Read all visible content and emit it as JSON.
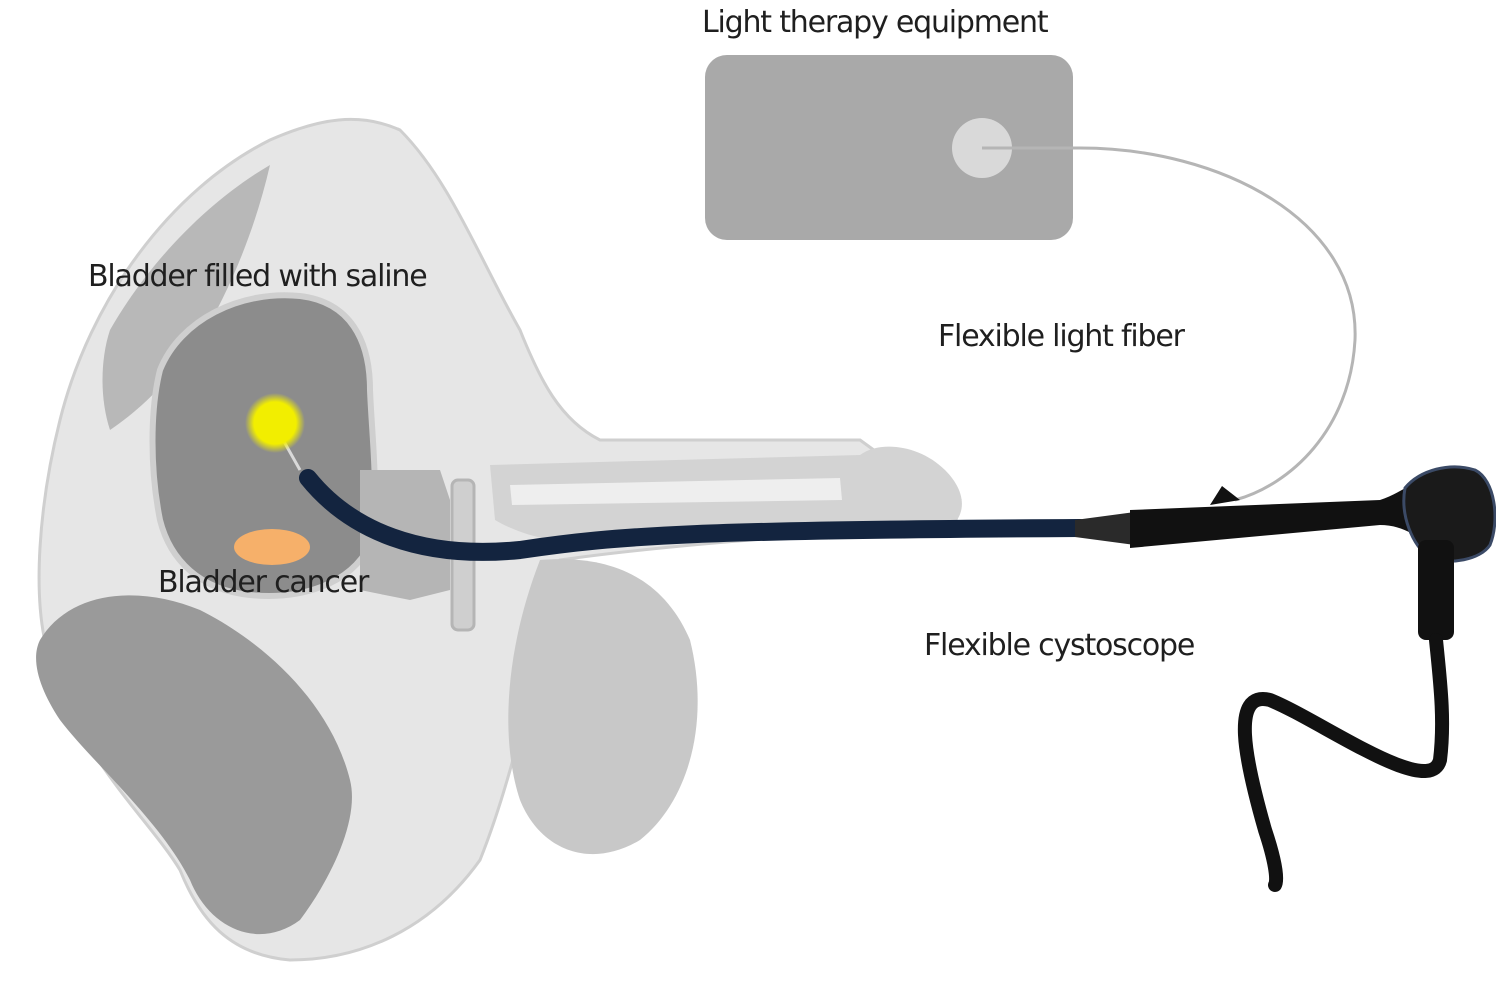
{
  "labels": {
    "light_therapy_equipment": "Light therapy equipment",
    "bladder_filled_with_saline": "Bladder filled with saline",
    "flexible_light_fiber": "Flexible light fiber",
    "bladder_cancer": "Bladder cancer",
    "flexible_cystoscope": "Flexible cystoscope"
  },
  "colors": {
    "background": "#ffffff",
    "tissue_light": "#e6e6e6",
    "tissue_mid": "#cfcfcf",
    "tissue_dark": "#9a9a9a",
    "bladder_interior": "#8c8c8c",
    "equipment_box": "#a9a9a9",
    "equipment_port": "#d9d9d9",
    "light_source": "#f2ee00",
    "tumor": "#f6b06a",
    "cystoscope_shaft": "#13243f",
    "cystoscope_handle": "#111111",
    "fiber": "#b5b5b5"
  },
  "icons": {
    "light_source": "glowing-light-icon",
    "tumor": "tumor-icon"
  }
}
